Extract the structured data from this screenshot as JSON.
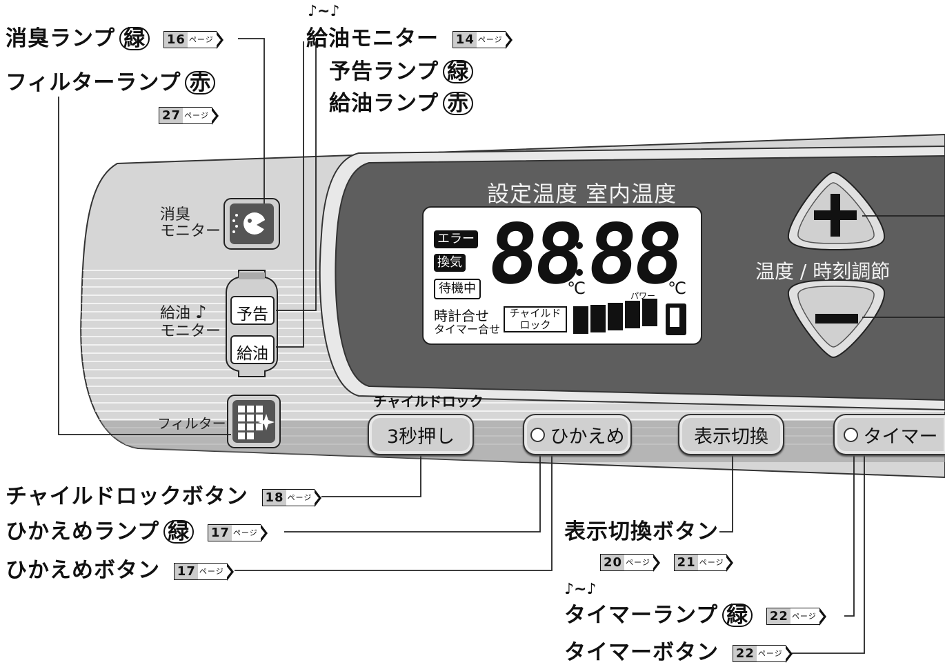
{
  "callouts": {
    "deodorize_lamp": {
      "text": "消臭ランプ",
      "color": "緑",
      "page": "16",
      "suffix": "ページ"
    },
    "filter_lamp": {
      "text": "フィルターランプ",
      "color": "赤",
      "page": "27",
      "suffix": "ページ"
    },
    "fuel_monitor": {
      "note": "♪~♪",
      "text": "給油モニター",
      "page": "14",
      "suffix": "ページ"
    },
    "notice_lamp": {
      "text": "予告ランプ",
      "color": "緑"
    },
    "fuel_lamp": {
      "text": "給油ランプ",
      "color": "赤"
    },
    "child_lock_button": {
      "text": "チャイルドロックボタン",
      "page": "18",
      "suffix": "ページ"
    },
    "eco_lamp": {
      "text": "ひかえめランプ",
      "color": "緑",
      "page": "17",
      "suffix": "ページ"
    },
    "eco_button": {
      "text": "ひかえめボタン",
      "page": "17",
      "suffix": "ページ"
    },
    "display_switch_button": {
      "text": "表示切換ボタン",
      "page_a": "20",
      "page_b": "21",
      "suffix": "ページ"
    },
    "timer_lamp": {
      "note": "♪~♪",
      "text": "タイマーランプ",
      "color": "緑",
      "page": "22",
      "suffix": "ページ"
    },
    "timer_button": {
      "text": "タイマーボタン",
      "page": "22",
      "suffix": "ページ"
    }
  },
  "panel": {
    "deodorize_monitor_l1": "消臭",
    "deodorize_monitor_l2": "モニター",
    "fuel_monitor_l1": "給油",
    "fuel_monitor_note": "♪",
    "fuel_monitor_l2": "モニター",
    "notice_label": "予告",
    "fuel_label": "給油",
    "filter_label": "フィルター",
    "display_heading": "設定温度 室内温度",
    "temp_time_label": "温度 / 時刻調節",
    "child_lock_caption": "チャイルドロック",
    "child_lock_button": "3秒押し",
    "eco_button": "ひかえめ",
    "display_switch_button": "表示切換",
    "timer_button": "タイマー",
    "plus_symbol": "+",
    "minus_symbol": "−"
  },
  "lcd": {
    "error": "エラー",
    "ventilation": "換気",
    "standby": "待機中",
    "clock_set": "時計合せ",
    "timer_set": "タイマー合せ",
    "child_l1": "チャイルド",
    "child_l2": "ロック",
    "digits_left": "88",
    "digits_right": "88",
    "unit_left": "℃",
    "unit_right": "℃",
    "power": "パワー"
  }
}
